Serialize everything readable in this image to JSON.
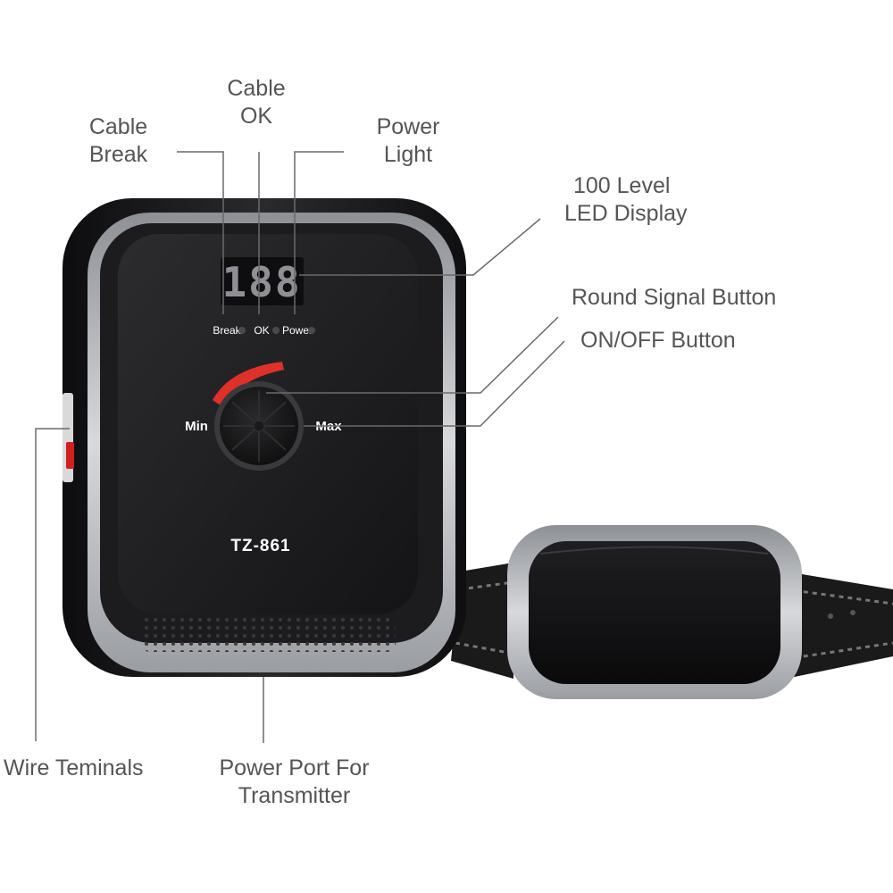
{
  "callouts": {
    "cable_ok": [
      "Cable",
      "OK"
    ],
    "cable_break": [
      "Cable",
      "Break"
    ],
    "power_light": [
      "Power",
      "Light"
    ],
    "led_display": [
      "100 Level",
      "LED Display"
    ],
    "round_signal_button": "Round Signal Button",
    "on_off_button": "ON/OFF Button",
    "wire_terminals": "Wire Teminals",
    "power_port": [
      "Power Port For",
      "Transmitter"
    ]
  },
  "device": {
    "display_digits": "188",
    "indicator_break": "Break",
    "indicator_ok": "OK",
    "indicator_power": "Power",
    "dial_min": "Min",
    "dial_max": "Max",
    "model": "TZ-861"
  },
  "colors": {
    "body": "#1c1c1e",
    "silver_trim": "#b9bcc0",
    "led_digits": "#8f8f96",
    "dial_arc": "#e0302a",
    "callout_text": "#555555",
    "leader_line": "#6a6a6a"
  }
}
